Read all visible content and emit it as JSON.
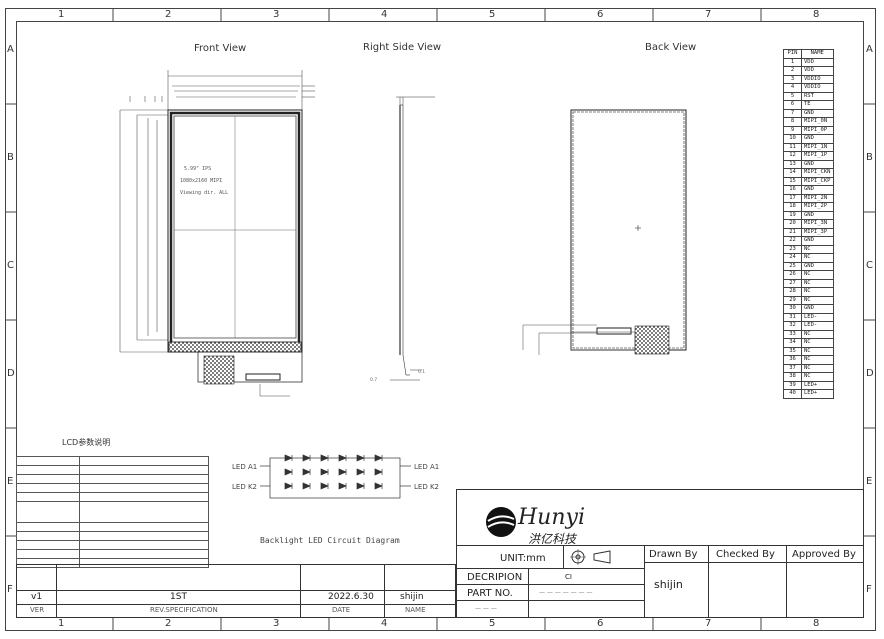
{
  "zones": {
    "columns": [
      "1",
      "2",
      "3",
      "4",
      "5",
      "6",
      "7",
      "8"
    ],
    "rows": [
      "A",
      "B",
      "C",
      "D",
      "E",
      "F"
    ]
  },
  "views": {
    "front": "Front View",
    "side": "Right Side View",
    "back": "Back View"
  },
  "pin_table": {
    "headers": [
      "PIN",
      "NAME"
    ],
    "rows": [
      [
        "1",
        "VDD"
      ],
      [
        "2",
        "VDD"
      ],
      [
        "3",
        "VDDIO"
      ],
      [
        "4",
        "VDDIO"
      ],
      [
        "5",
        "RST"
      ],
      [
        "6",
        "TE"
      ],
      [
        "7",
        "GND"
      ],
      [
        "8",
        "MIPI_0N"
      ],
      [
        "9",
        "MIPI_0P"
      ],
      [
        "10",
        "GND"
      ],
      [
        "11",
        "MIPI_1N"
      ],
      [
        "12",
        "MIPI_1P"
      ],
      [
        "13",
        "GND"
      ],
      [
        "14",
        "MIPI_CKN"
      ],
      [
        "15",
        "MIPI_CKP"
      ],
      [
        "16",
        "GND"
      ],
      [
        "17",
        "MIPI_2N"
      ],
      [
        "18",
        "MIPI_2P"
      ],
      [
        "19",
        "GND"
      ],
      [
        "20",
        "MIPI_3N"
      ],
      [
        "21",
        "MIPI_3P"
      ],
      [
        "22",
        "GND"
      ],
      [
        "23",
        "NC"
      ],
      [
        "24",
        "NC"
      ],
      [
        "25",
        "GND"
      ],
      [
        "26",
        "NC"
      ],
      [
        "27",
        "NC"
      ],
      [
        "28",
        "NC"
      ],
      [
        "29",
        "NC"
      ],
      [
        "30",
        "GND"
      ],
      [
        "31",
        "LED-"
      ],
      [
        "32",
        "LED-"
      ],
      [
        "33",
        "NC"
      ],
      [
        "34",
        "NC"
      ],
      [
        "35",
        "NC"
      ],
      [
        "36",
        "NC"
      ],
      [
        "37",
        "NC"
      ],
      [
        "38",
        "NC"
      ],
      [
        "39",
        "LED+"
      ],
      [
        "40",
        "LED+"
      ]
    ]
  },
  "circuit": {
    "caption": "Backlight LED Circuit Diagram",
    "left_a": "LED A1",
    "left_k": "LED K2",
    "right_a": "LED A1",
    "right_k": "LED K2"
  },
  "lcd_spec_title": "LCD参数说明",
  "title_block": {
    "company": "Hunyi",
    "company_cn": "洪亿科技",
    "unit": "UNIT:mm",
    "description_label": "DECRIPION",
    "description_value": "CI",
    "part_no_label": "PART NO.",
    "drawn_by_label": "Drawn By",
    "checked_by_label": "Checked By",
    "approved_by_label": "Approved By",
    "drawn_by": "shijin"
  },
  "revision": {
    "ver": "v1",
    "rev": "1ST",
    "date": "2022.6.30",
    "name": "shijin",
    "ver_label": "VER",
    "rev_label": "REV.SPECIFICATION",
    "date_label": "DATE",
    "name_label": "NAME"
  },
  "colors": {
    "line": "#444444",
    "hatch": "#333333"
  }
}
